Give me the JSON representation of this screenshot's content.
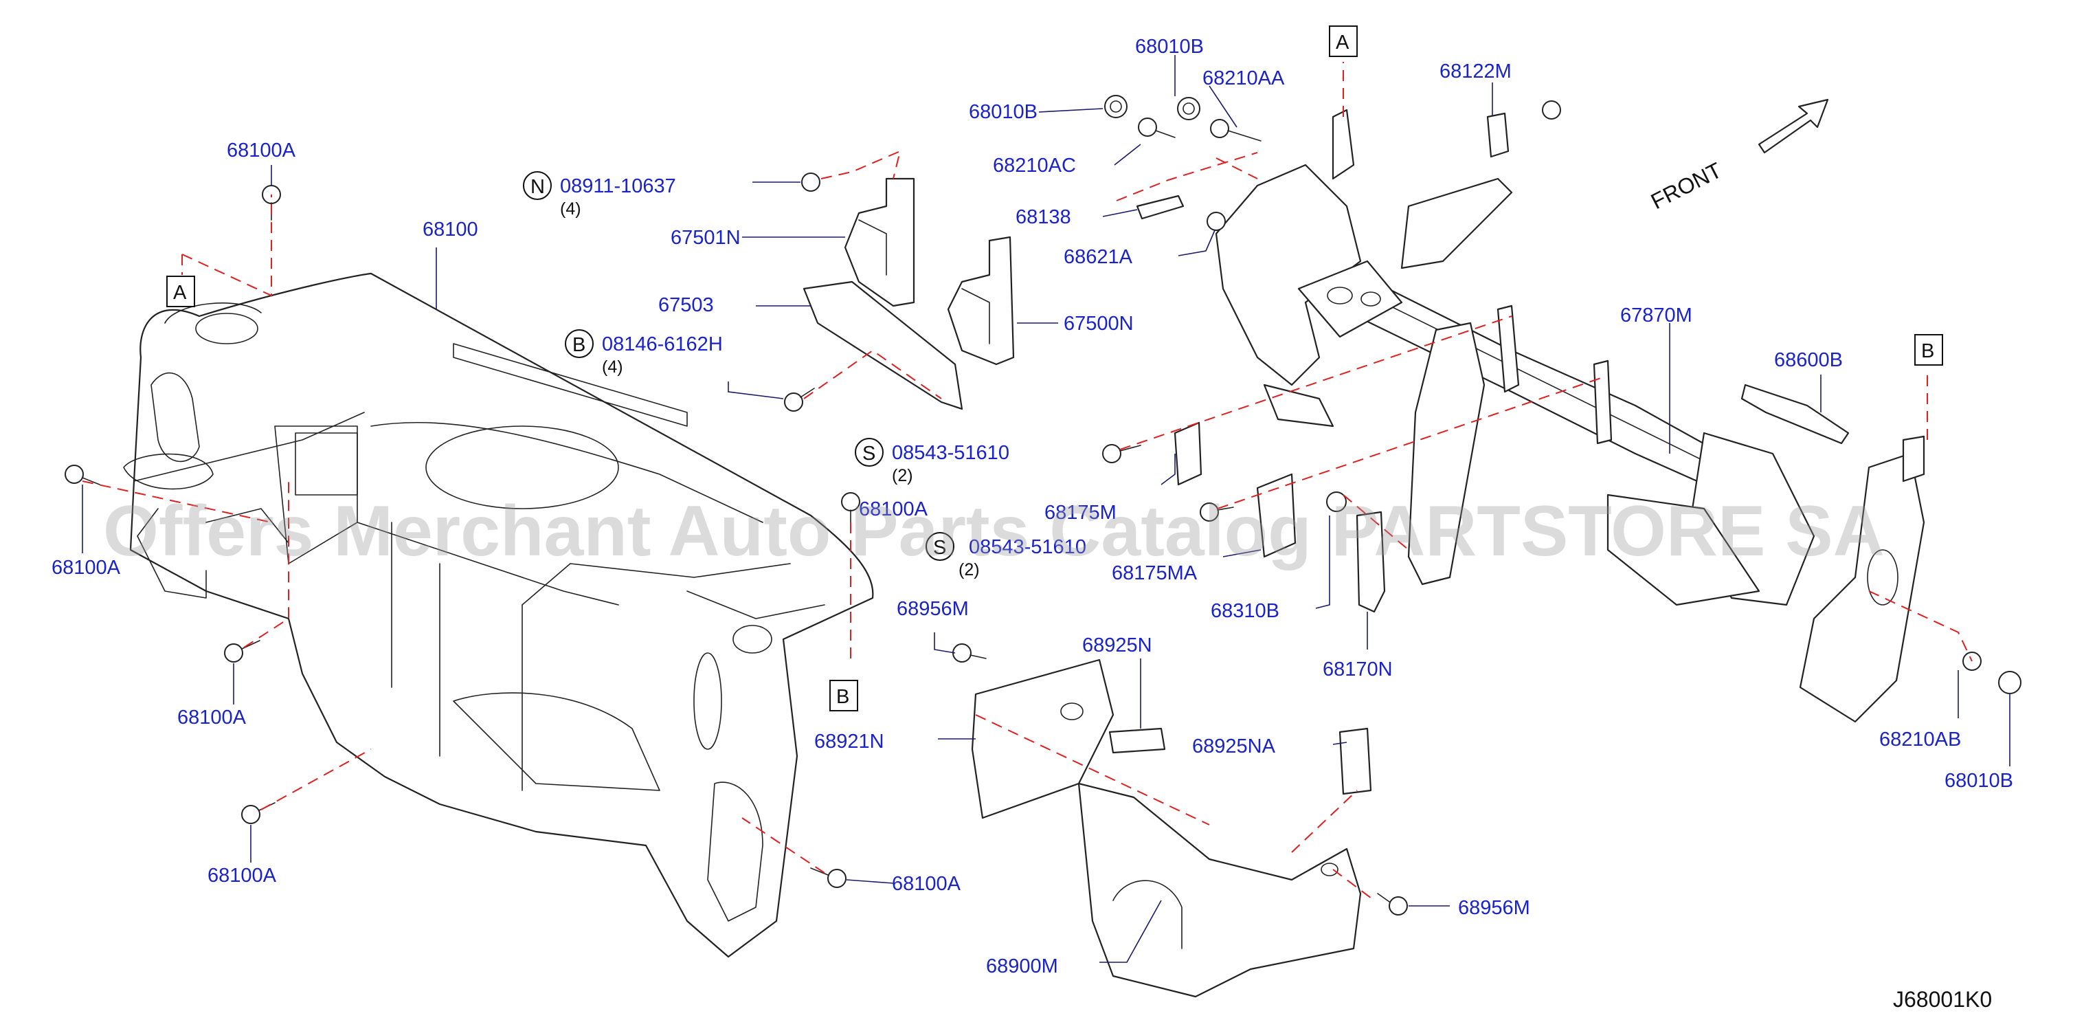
{
  "diagram_id": "J68001K0",
  "front_label": "FRONT",
  "watermark": "Offers Merchant Auto Parts Catalog PARTSTORE SA",
  "ref_boxes": {
    "a1": "A",
    "a2": "A",
    "b1": "B",
    "b2": "B"
  },
  "callouts": {
    "p68100": "68100",
    "p68100A_top": "68100A",
    "p68100A_left": "68100A",
    "p68100A_mid": "68100A",
    "p68100A_bot": "68100A",
    "p68100A_right": "68100A",
    "p68100A_center": "68100A",
    "p67501N": "67501N",
    "p67503": "67503",
    "p67500N": "67500N",
    "p68010B_a": "68010B",
    "p68010B_b": "68010B",
    "p68010B_c": "68010B",
    "p68210AA": "68210AA",
    "p68210AC": "68210AC",
    "p68210AB": "68210AB",
    "p68138": "68138",
    "p68621A": "68621A",
    "p68122M": "68122M",
    "p67870M": "67870M",
    "p68600B": "68600B",
    "p68175M": "68175M",
    "p68175MA": "68175MA",
    "p68310B": "68310B",
    "p68170N": "68170N",
    "p68956M_a": "68956M",
    "p68956M_b": "68956M",
    "p68925N": "68925N",
    "p68925NA": "68925NA",
    "p68921N": "68921N",
    "p68900M": "68900M"
  },
  "fasteners": {
    "n": {
      "symbol": "N",
      "part": "08911-10637",
      "qty": "(4)"
    },
    "b": {
      "symbol": "B",
      "part": "08146-6162H",
      "qty": "(4)"
    },
    "s1": {
      "symbol": "S",
      "part": "08543-51610",
      "qty": "(2)"
    },
    "s2": {
      "symbol": "S",
      "part": "08543-51610",
      "qty": "(2)"
    }
  }
}
